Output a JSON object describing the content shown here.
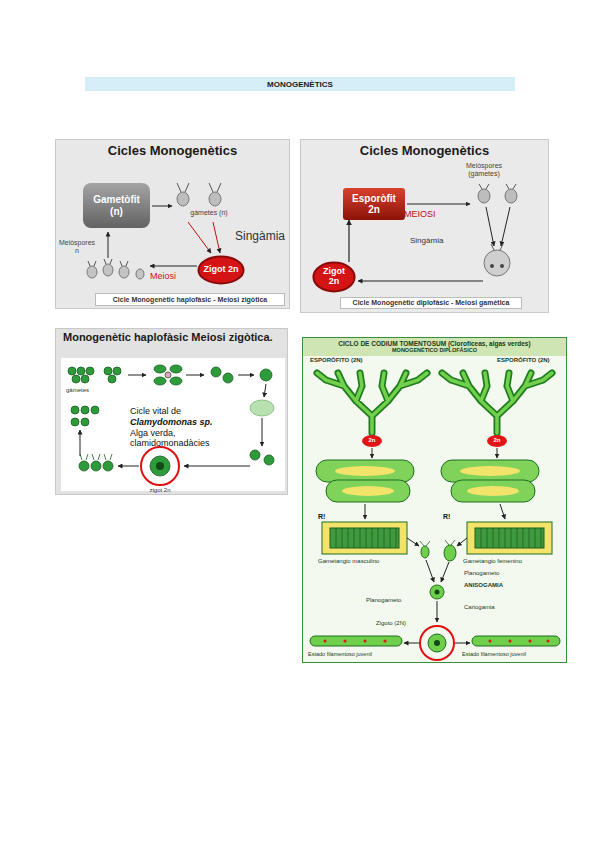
{
  "diagram": {
    "title": "MONOGENÈTICS",
    "nodes": [
      {
        "text": [
          "MONOGENÈTICS"
        ]
      },
      {
        "text": [
          "Cicles Monogenètics"
        ]
      },
      {
        "text": [
          "Gametòfit (n)"
        ],
        "in": 1
      },
      {
        "text": [
          "Zigot 2n"
        ],
        "in": 1
      },
      {
        "text": [
          "Cicle Monogenètic haplofàsic - Meiosi zigòtica"
        ],
        "in": 1
      },
      {
        "text": [
          "Cicles Monogenètics"
        ]
      },
      {
        "text": [
          "Esporòfit 2n"
        ],
        "in": 5
      },
      {
        "text": [
          "Zigot 2n"
        ],
        "in": 5
      },
      {
        "text": [
          "Cicle Monogenètic diplofàsic - Meiosi gamètica"
        ],
        "in": 5
      },
      {
        "text": [
          "Monogenètic haplofàsic Meiosi zigòtica."
        ]
      },
      {
        "text": [
          "CICLO DE CODIUM TOMENTOSUM (Clorofíceas, algas verdes)",
          "MONOGENÉTICO DIPLOFÁSICO"
        ]
      }
    ],
    "edges": [
      {
        "from": 7,
        "to": 6,
        "arrow": "to"
      }
    ],
    "labels": [
      "gàmetes (n)",
      "Singàmia",
      "Meiòspores n",
      "Meiosi",
      "Meiòspores (gàmetes)",
      "MEIOSI",
      "Singàmia",
      "Cicle vital de",
      "Clamydomonas sp.",
      "Alga verda, clamidomonadàcies",
      "gàmetes",
      "zigot 2n",
      "ESPORÓFITO (2N)",
      "ESPORÓFITO (2N)",
      "2n",
      "2n",
      "R!",
      "R!",
      "Gametangio masculino",
      "Gametangio femenino",
      "Planogameto",
      "ANISOGAMIA",
      "Planogameto",
      "Cariogamia",
      "Zigoto (2N)",
      "Estado filamentoso juvenil",
      "Estado filamentoso juvenil"
    ]
  }
}
